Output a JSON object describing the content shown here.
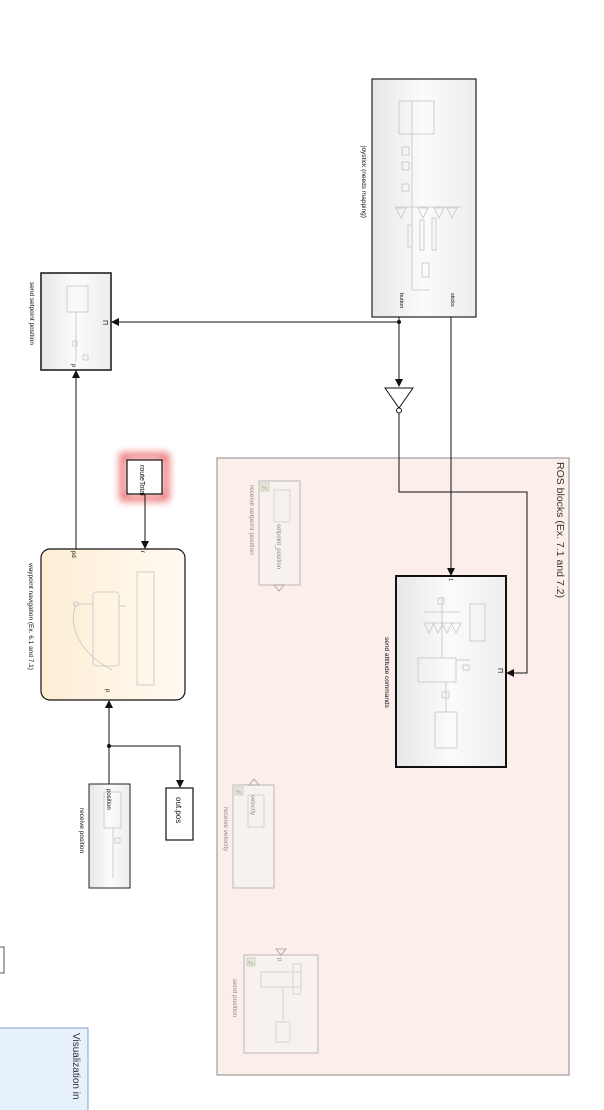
{
  "area": {
    "label": "ROS blocks (Ex. 7.1 and 7.2)",
    "fill": "#fcefeb",
    "stroke": "#8a8a8a"
  },
  "blocks": {
    "joystick": {
      "caption": "joystick (needs mapping)",
      "port_button": "button",
      "port_sticks": "sticks"
    },
    "setpoint_send": {
      "caption": "send setpoint position",
      "port_in": "p",
      "port_out": "Π"
    },
    "attitude": {
      "caption": "send attitude commands",
      "port_in": "1",
      "port_out": "Π"
    },
    "receive_setpoint": {
      "caption": "receive setpoint position",
      "inner_label": "setpoint_position",
      "badge": "%"
    },
    "waypoint": {
      "caption": "waypoint navigation (Ex. 6.1 and 7.1)",
      "port_r": "r",
      "port_pd": "pd",
      "port_p": "p"
    },
    "route_total": {
      "label": "routeTotal"
    },
    "receive_velocity": {
      "caption": "receive velocity",
      "inner_label": "velocity",
      "badge": "%"
    },
    "receive_position": {
      "caption": "receive position",
      "inner_label": "position"
    },
    "out_pos": {
      "label": "out.pos"
    },
    "send_position": {
      "caption": "send position",
      "port_in": "p",
      "badge": "%"
    }
  },
  "visualization": {
    "label": "Visualization in"
  },
  "colors": {
    "line": "#111111",
    "block_fill": "#f4f4f4",
    "waypoint_fill": "#fdf2dd",
    "route_glow": "#e23b3b",
    "viz_fill": "#e6f1fc",
    "faded": "#9c9c9c"
  }
}
